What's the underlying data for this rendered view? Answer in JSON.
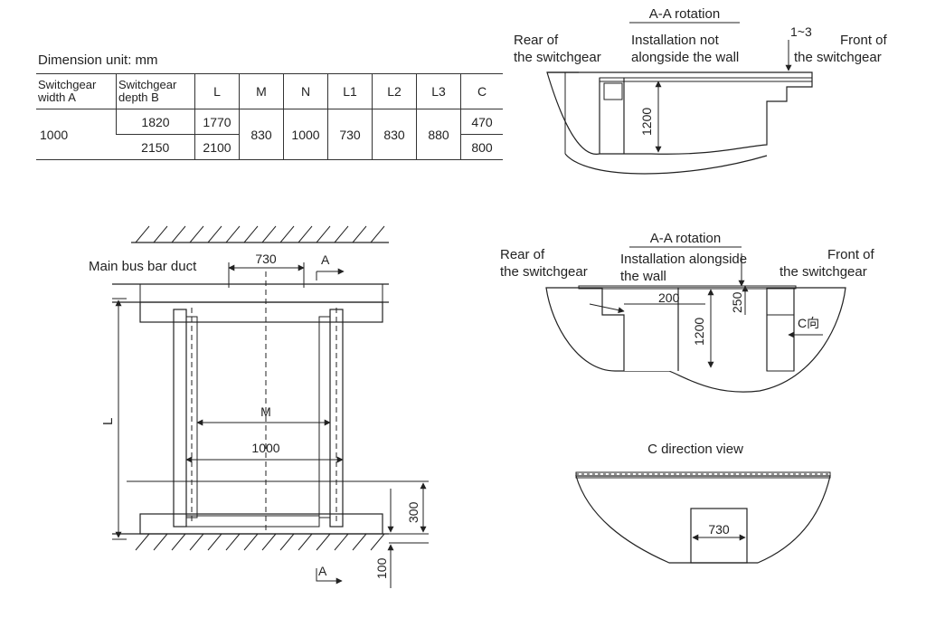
{
  "dimension_unit": "Dimension unit: mm",
  "table": {
    "headers": [
      "Switchgear width A",
      "Switchgear depth B",
      "L",
      "M",
      "N",
      "L1",
      "L2",
      "L3",
      "C"
    ],
    "header_lines": {
      "a1": "Switchgear",
      "a2": "width A",
      "b1": "Switchgear",
      "b2": "depth B"
    },
    "rows": [
      {
        "width_A": "1000",
        "depth_B": "1820",
        "L": "1770",
        "M": "830",
        "N": "1000",
        "L1": "730",
        "L2": "830",
        "L3": "880",
        "C": "470"
      },
      {
        "width_A": "1000",
        "depth_B": "2150",
        "L": "2100",
        "M": "830",
        "N": "1000",
        "L1": "730",
        "L2": "830",
        "L3": "880",
        "C": "800"
      }
    ]
  },
  "top_right": {
    "title": "A-A rotation",
    "rear_line1": "Rear of",
    "rear_line2": "the switchgear",
    "install_line1": "Installation not",
    "install_line2": "alongside the wall",
    "front_line1": "Front of",
    "front_line2": "the switchgear",
    "gap": "1~3",
    "height": "1200"
  },
  "mid_right": {
    "title": "A-A rotation",
    "rear_line1": "Rear of",
    "rear_line2": "the switchgear",
    "install_line1": "Installation alongside",
    "install_line2": "the wall",
    "front_line1": "Front of",
    "front_line2": "the switchgear",
    "dim_200": "200",
    "dim_250": "250",
    "height": "1200",
    "c_dir": "C向"
  },
  "bottom_right": {
    "title": "C direction view",
    "dim": "730"
  },
  "plan": {
    "bus_duct_label": "Main bus bar duct",
    "dim_top": "730",
    "section_a_top": "A",
    "section_a_bottom": "A",
    "M": "M",
    "width": "1000",
    "L": "L",
    "dim_300": "300",
    "dim_100": "100"
  }
}
